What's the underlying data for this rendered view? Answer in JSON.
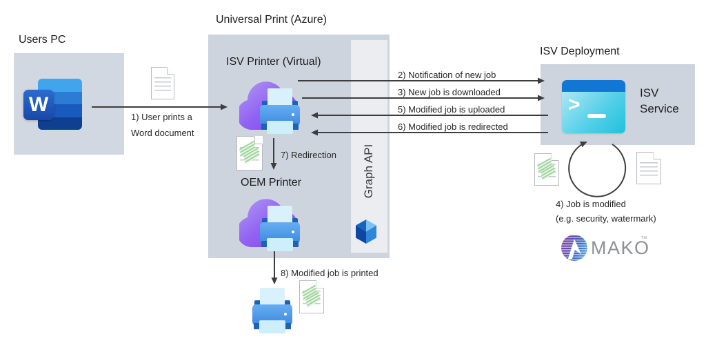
{
  "title": "Universal Print (Azure)",
  "users_pc": {
    "title": "Users PC",
    "word_letter": "W"
  },
  "universal_print": {
    "isv_printer_label": "ISV Printer (Virtual)",
    "oem_printer_label": "OEM Printer",
    "graph_api_label": "Graph API"
  },
  "isv_deployment": {
    "title": "ISV Deployment",
    "service_line1": "ISV",
    "service_line2": "Service",
    "terminal_prompt": ">"
  },
  "steps": {
    "s1_line1": "1) User prints a",
    "s1_line2": "Word document",
    "s2": "2) Notification of new job",
    "s3": "3) New job is downloaded",
    "s4_line1": "4) Job is modified",
    "s4_line2": "(e.g. security, watermark)",
    "s5": "5) Modified job is uploaded",
    "s6": "6) Modified job is redirected",
    "s7": "7) Redirection",
    "s8": "8) Modified job is printed"
  },
  "branding": {
    "mako": "MAKO",
    "trademark": "™"
  },
  "colors": {
    "panel_gray": "#d2d8e1",
    "panel_gray_dark": "#ced4de",
    "graph_strip": "#ebedf1",
    "arrow": "#3d3d3d",
    "word_blue_bands": [
      "#41a5ee",
      "#2b7cd3",
      "#185abd",
      "#103f91"
    ],
    "cloud_purple": "#8a52ee",
    "printer_blue": "#3f89e0",
    "printer_dark_blue": "#1b63b6",
    "paper_light": "#d9f1fc",
    "terminal_titlebar": "#1176d4",
    "terminal_body": "#35c9e3",
    "doc_green": "#9fd49b",
    "mako_gray": "#8e9194"
  }
}
